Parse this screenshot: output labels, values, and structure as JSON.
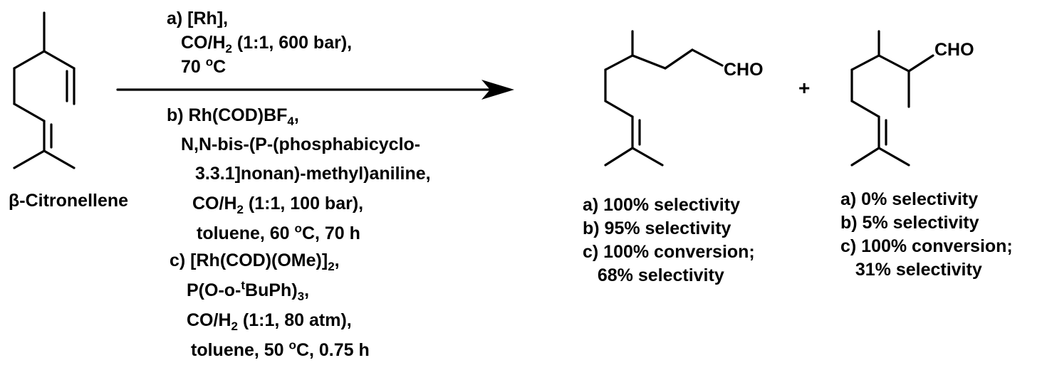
{
  "reactant": {
    "name": "β-Citronellene"
  },
  "conditions": {
    "a": {
      "l1": "a) [Rh],",
      "l2_pre": "CO/H",
      "l2_sub": "2",
      "l2_post": " (1:1, 600 bar),",
      "l3_pre": "70 ",
      "l3_sup": "o",
      "l3_post": "C"
    },
    "b": {
      "l1_pre": "b) Rh(COD)BF",
      "l1_sub": "4",
      "l1_post": ",",
      "l2": "N,N-bis-(P-(phosphabicyclo-",
      "l3": "3.3.1]nonan)-methyl)aniline,",
      "l4_pre": "CO/H",
      "l4_sub": "2",
      "l4_post": " (1:1, 100 bar),",
      "l5_pre": "toluene, 60 ",
      "l5_sup": "o",
      "l5_post": "C, 70 h"
    },
    "c": {
      "l1_pre": "c) [Rh(COD)(OMe)]",
      "l1_sub": "2",
      "l1_post": ",",
      "l2_pre": "P(O-o-",
      "l2_sup": "t",
      "l2_mid": "BuPh)",
      "l2_sub": "3",
      "l2_post": ",",
      "l3_pre": "CO/H",
      "l3_sub": "2",
      "l3_post": " (1:1, 80 atm),",
      "l4_pre": "toluene, 50 ",
      "l4_sup": "o",
      "l4_post": "C, 0.75 h"
    }
  },
  "product_linear": {
    "group": "CHO",
    "results": [
      "a) 100% selectivity",
      "b) 95% selectivity",
      "c) 100% conversion;",
      "   68% selectivity"
    ]
  },
  "plus": "+",
  "product_branched": {
    "group": "CHO",
    "results": [
      "a) 0% selectivity",
      "b) 5% selectivity",
      "c) 100% conversion;",
      "   31% selectivity"
    ]
  }
}
